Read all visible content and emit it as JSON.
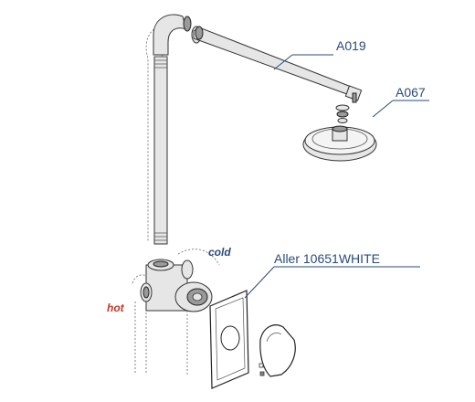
{
  "labels": {
    "arm": "A019",
    "head": "A067",
    "mixer": "Aller 10651WHITE",
    "cold": "cold",
    "hot": "hot"
  },
  "colors": {
    "label": "#2a4a7a",
    "hot": "#c0392b"
  }
}
